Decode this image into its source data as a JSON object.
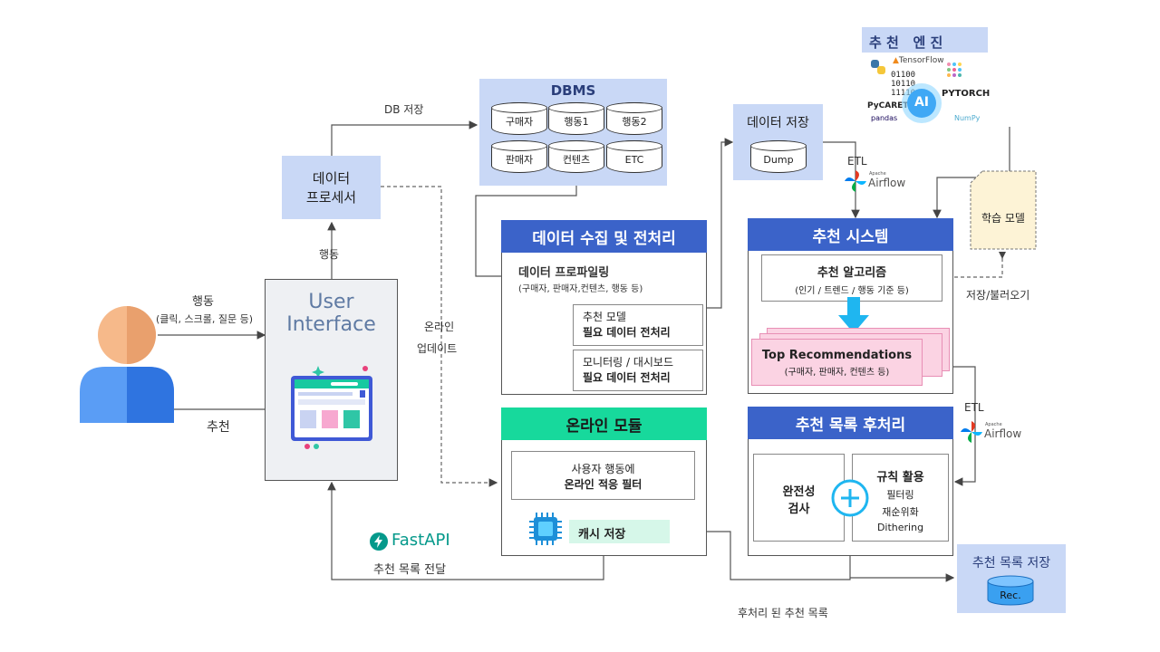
{
  "dbms": {
    "title": "DBMS",
    "cylinders": [
      "구매자",
      "행동1",
      "행동2",
      "판매자",
      "컨텐츠",
      "ETC"
    ]
  },
  "data_processor": {
    "line1": "데이터",
    "line2": "프로세서"
  },
  "db_save_label": "DB 저장",
  "behavior_label": "행동",
  "user_actions": {
    "line1": "행동",
    "line2": "(클릭, 스크롤, 질문 등)"
  },
  "recommend_label": "추천",
  "user_interface": {
    "line1": "User",
    "line2": "Interface"
  },
  "online_update": {
    "line1": "온라인",
    "line2": "업데이트"
  },
  "fastapi": {
    "name": "FastAPI",
    "caption": "추천 목록 전달"
  },
  "collection": {
    "header": "데이터 수집 및 전처리",
    "profiling_title": "데이터 프로파일링",
    "profiling_sub": "(구매자, 판매자,컨텐츠, 행동 등)",
    "box1_line1": "추천 모델",
    "box1_line2": "필요 데이터 전처리",
    "box2_line1": "모니터링 / 대시보드",
    "box2_line2": "필요 데이터 전처리"
  },
  "data_store": {
    "title": "데이터 저장",
    "cylinder": "Dump"
  },
  "etl_top": {
    "label": "ETL",
    "brand_small": "Apache",
    "brand": "Airflow"
  },
  "engine": {
    "title": "추 천   엔 진",
    "logos": [
      "TensorFlow",
      "PYTORCH",
      "PyCARET",
      "pandas",
      "NumPy",
      "AI"
    ],
    "binary": [
      "01100",
      "10110",
      "11110"
    ]
  },
  "learning_model": "학습 모델",
  "save_load": "저장/불러오기",
  "rec_system": {
    "header": "추천 시스템",
    "algo_title": "추천 알고리즘",
    "algo_sub": "(인기 / 트렌드 / 행동 기준 등)",
    "top_title": "Top Recommendations",
    "top_sub": "(구매자, 판매자, 컨텐츠 등)"
  },
  "etl_mid": {
    "label": "ETL",
    "brand_small": "Apache",
    "brand": "Airflow"
  },
  "postproc": {
    "header": "추천 목록 후처리",
    "left_line1": "완전성",
    "left_line2": "검사",
    "right_title": "규칙 활용",
    "right_items": [
      "필터링",
      "재순위화",
      "Dithering"
    ]
  },
  "online_module": {
    "header": "온라인 모듈",
    "filter_line1": "사용자 행동에",
    "filter_line2": "온라인 적응 필터",
    "cache": "캐시 저장"
  },
  "rec_store": {
    "title": "추천 목록 저장",
    "cylinder": "Rec."
  },
  "postproc_list_label": "후처리 된 추천 목록",
  "colors": {
    "blue_header": "#3b63c9",
    "green_header": "#17d99c",
    "light_blue": "#c9d8f6",
    "pink": "#fbd3e3",
    "cyan_arrow": "#1fb6f0"
  }
}
